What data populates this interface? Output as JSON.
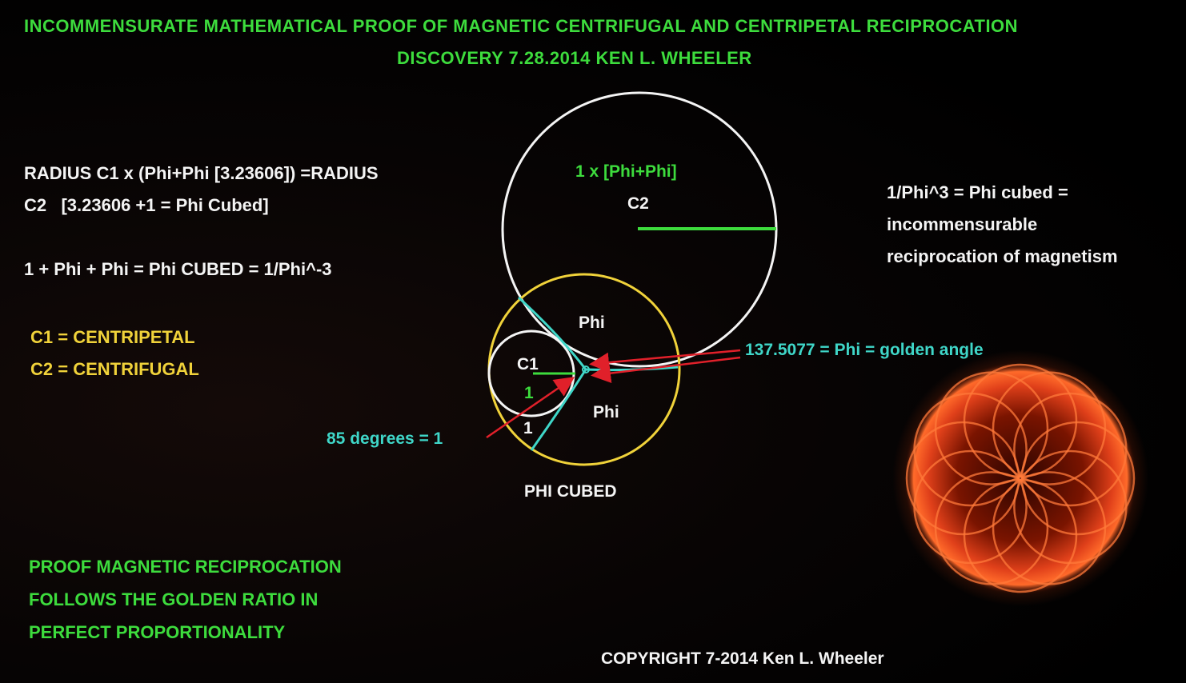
{
  "header": {
    "title_line1": "INCOMMENSURATE MATHEMATICAL PROOF OF MAGNETIC CENTRIFUGAL AND CENTRIPETAL RECIPROCATION",
    "title_line2": "DISCOVERY 7.28.2014 KEN L. WHEELER"
  },
  "left": {
    "radius_line1": "RADIUS C1 x (Phi+Phi [3.23606]) =RADIUS",
    "radius_line2": "C2   [3.23606 +1 = Phi Cubed]",
    "equation": "1 + Phi + Phi = Phi CUBED = 1/Phi^-3",
    "c1_def": "C1 = CENTRIPETAL",
    "c2_def": "C2 = CENTRIFUGAL",
    "proof_line1": "PROOF MAGNETIC RECIPROCATION",
    "proof_line2": "FOLLOWS THE GOLDEN RATIO IN",
    "proof_line3": "PERFECT PROPORTIONALITY"
  },
  "right": {
    "line1": "1/Phi^3 = Phi cubed =",
    "line2": "incommensurable",
    "line3": "reciprocation of magnetism"
  },
  "diagram": {
    "c2_formula": "1 x [Phi+Phi]",
    "c2_label": "C2",
    "phi_upper": "Phi",
    "phi_lower": "Phi",
    "c1_label": "C1",
    "c1_radius_label": "1",
    "c1_one_lower": "1",
    "phi_cubed_label": "PHI CUBED",
    "golden_angle_label": "137.5077 = Phi = golden angle",
    "degrees_label": "85 degrees = 1"
  },
  "footer": {
    "copyright": "COPYRIGHT 7-2014 Ken L. Wheeler"
  },
  "colors": {
    "green": "#3ddc3d",
    "white": "#f4f4f4",
    "yellow": "#f0d23a",
    "cyan": "#3fd6c8",
    "red": "#e0202a",
    "orange": "#ff5a1e"
  }
}
